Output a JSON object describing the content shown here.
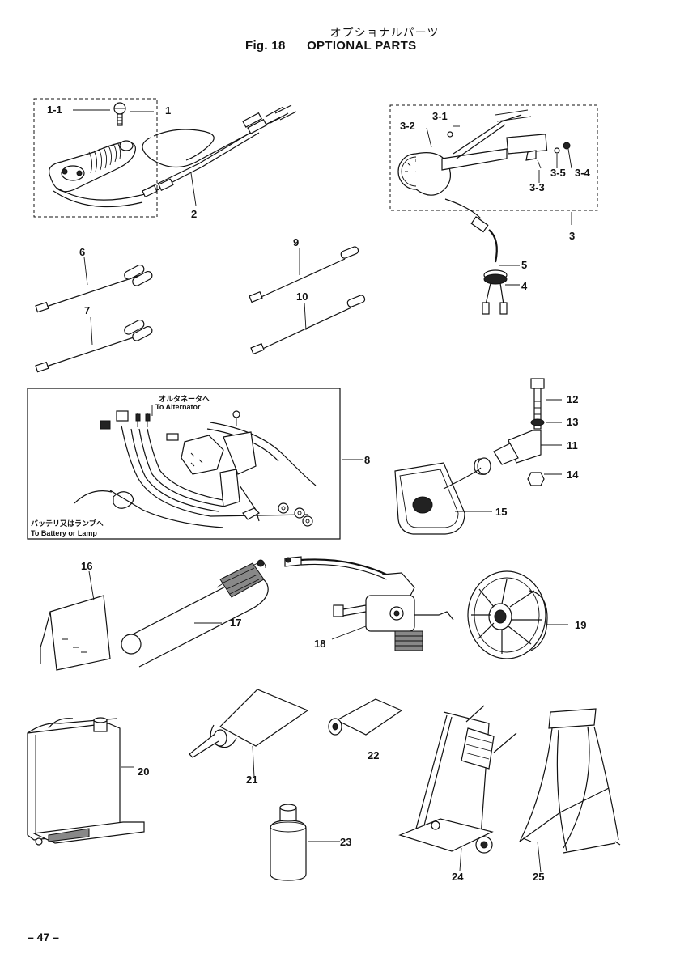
{
  "header": {
    "title_jp": "オプショナルパーツ",
    "fig_label": "Fig. 18",
    "title_en": "OPTIONAL PARTS"
  },
  "callouts": {
    "c1_1": "1-1",
    "c1": "1",
    "c2": "2",
    "c3_1": "3-1",
    "c3_2": "3-2",
    "c3_3": "3-3",
    "c3_5": "3-5",
    "c3_4": "3-4",
    "c3": "3",
    "c4": "4",
    "c5": "5",
    "c6": "6",
    "c7": "7",
    "c8": "8",
    "c9": "9",
    "c10": "10",
    "c11": "11",
    "c12": "12",
    "c13": "13",
    "c14": "14",
    "c15": "15",
    "c16": "16",
    "c17": "17",
    "c18": "18",
    "c19": "19",
    "c20": "20",
    "c21": "21",
    "c22": "22",
    "c23": "23",
    "c24": "24",
    "c25": "25"
  },
  "notes": {
    "alt_jp": "オルタネータへ",
    "alt_en": "To Alternator",
    "bat_jp": "バッテリ又はランプへ",
    "bat_en": "To Battery or Lamp"
  },
  "footer": {
    "page": "– 47 –"
  }
}
